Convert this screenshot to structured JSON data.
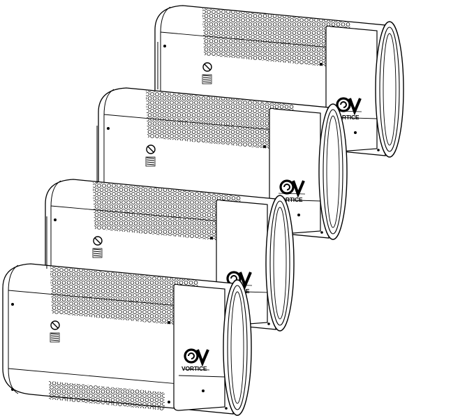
{
  "illustration": {
    "subject": "air curtain heaters line drawing",
    "colors": {
      "line": "#000000",
      "background": "#ffffff"
    }
  },
  "units": [
    {
      "id": "unit-1",
      "brand_text": "VORTICE",
      "logo_icon": "vortice-logo-icon"
    },
    {
      "id": "unit-2",
      "brand_text": "VORTICE",
      "logo_icon": "vortice-logo-icon"
    },
    {
      "id": "unit-3",
      "brand_text": "VORTICE",
      "logo_icon": "vortice-logo-icon"
    },
    {
      "id": "unit-4",
      "brand_text": "VORTICE",
      "logo_icon": "vortice-logo-icon"
    }
  ]
}
